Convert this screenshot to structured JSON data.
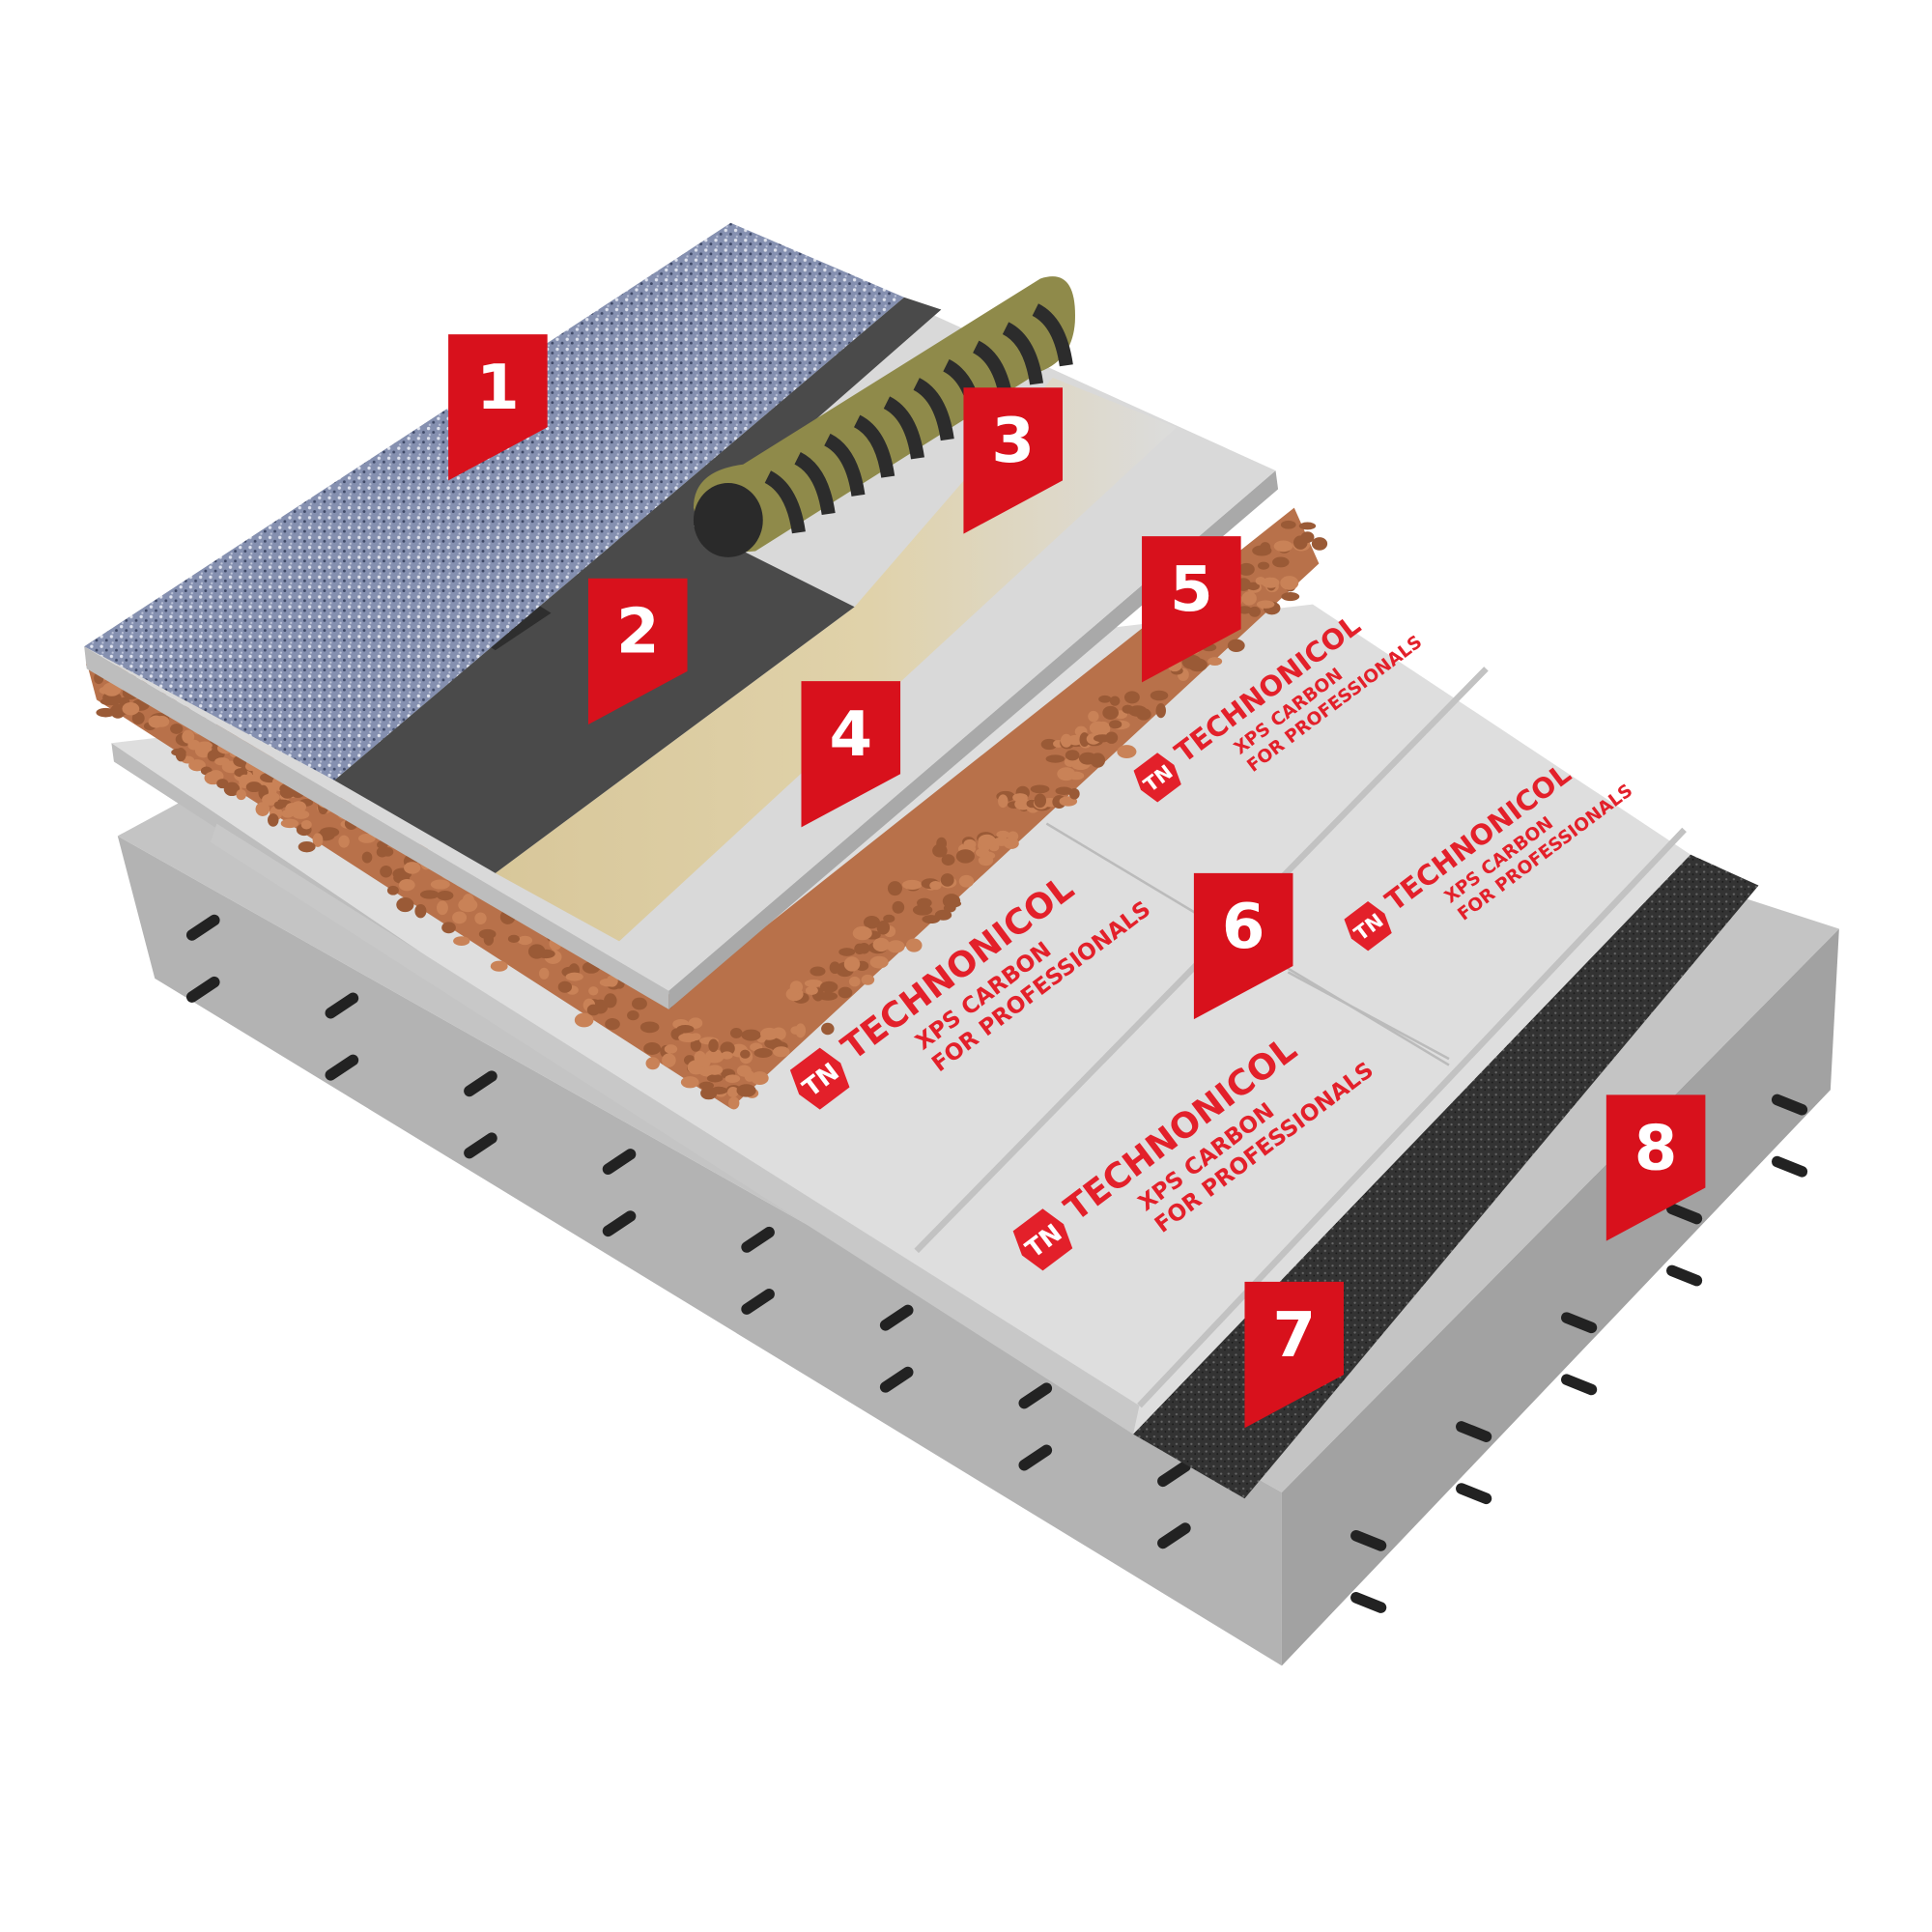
{
  "markers": [
    "1",
    "2",
    "3",
    "4",
    "5",
    "6",
    "7",
    "8"
  ],
  "board_label": {
    "brand": "TECHNONICOL",
    "line1": "XPS CARBON",
    "line2": "FOR PROFESSIONALS"
  },
  "colors": {
    "marker_red": "#d8111c",
    "concrete": "#b9b9b9",
    "xps": "#dcdcdc",
    "gravel": "#b8714a",
    "bitumen": "#3a3a3a",
    "granule": "#7d88a8",
    "primer": "#d8c79a"
  }
}
